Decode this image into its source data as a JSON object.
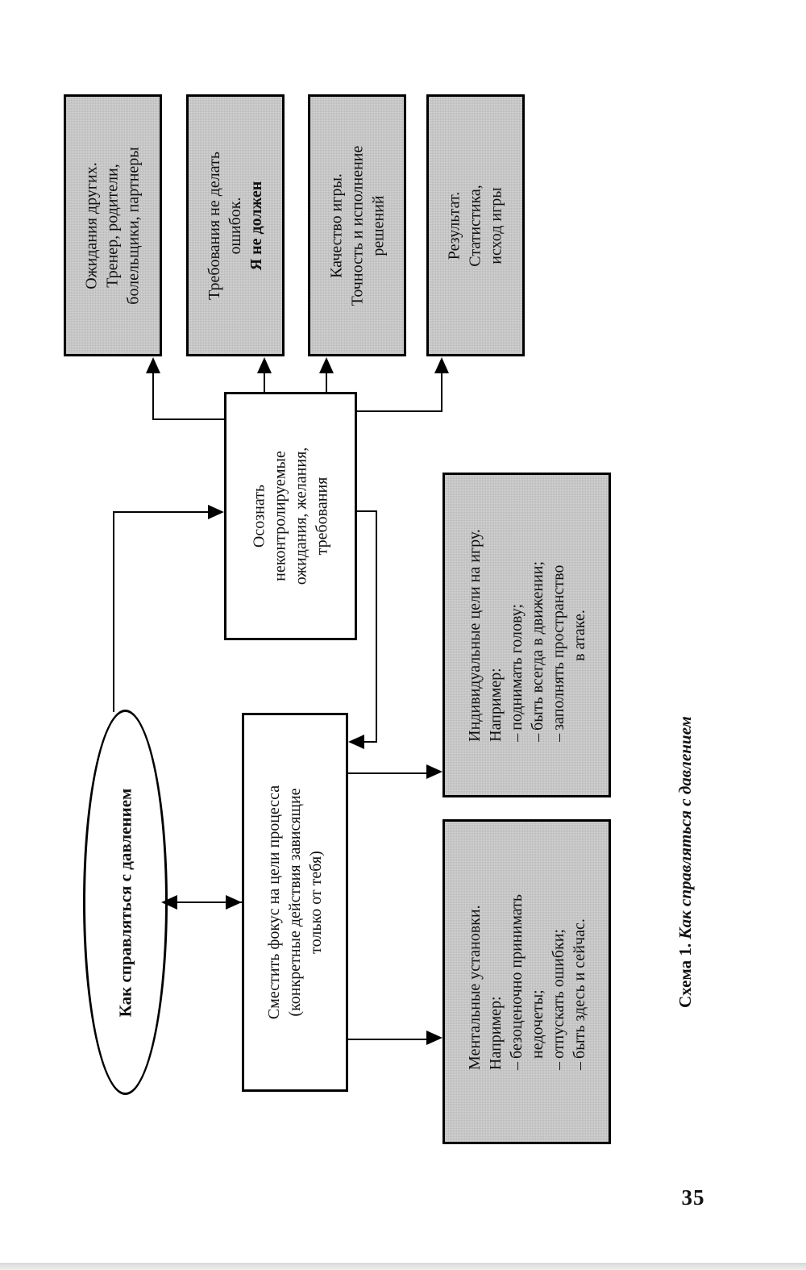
{
  "page": {
    "number": "35",
    "caption_number": "Схема 1.",
    "caption_title": "Как справляться с давлением"
  },
  "diagram": {
    "root": {
      "label": "Как справляться с давлением"
    },
    "nodes": {
      "awareness": {
        "line1": "Осознать",
        "line2": "неконтролируемые",
        "line3": "ожидания, желания,",
        "line4": "требования"
      },
      "shift_focus": {
        "line1": "Сместить фокус на цели процесса",
        "line2": "(конкретные действия зависящие",
        "line3": "только от тебя)"
      },
      "expectations": {
        "line1": "Ожидания других.",
        "line2": "Тренер, родители,",
        "line3": "болельщики, партнеры"
      },
      "demands": {
        "line1": "Требования не делать",
        "line2": "ошибок.",
        "line3": "Я не должен"
      },
      "quality": {
        "line1": "Качество игры.",
        "line2": "Точность и исполнение",
        "line3": "решений"
      },
      "result": {
        "line1": "Результат.",
        "line2": "Статистика,",
        "line3": "исход игры"
      },
      "individual_goals": {
        "line1": "Индивидуальные цели на игру.",
        "line2": "Например:",
        "item1": "поднимать голову;",
        "item2": "быть всегда в движении;",
        "item3": "заполнять пространство",
        "item3_cont": "в атаке."
      },
      "mental_settings": {
        "line1": "Ментальные установки.",
        "line2": "Например:",
        "item1": "безоценочно принимать",
        "item1_cont": "недочеты;",
        "item2": "отпускать ошибки;",
        "item3": "быть здесь и сейчас."
      }
    },
    "dash": "–"
  }
}
